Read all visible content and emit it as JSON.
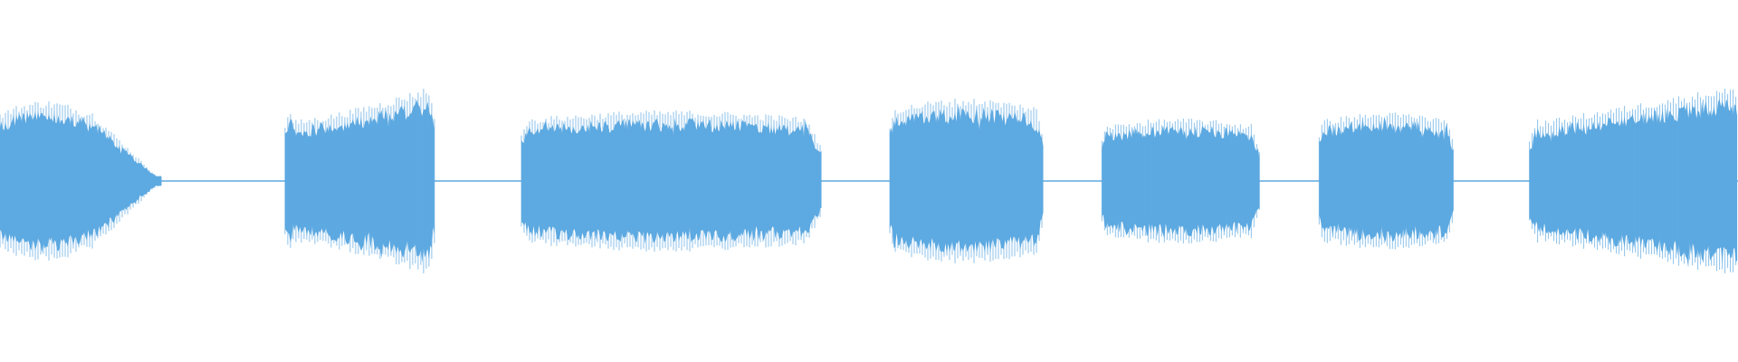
{
  "waveform": {
    "color": "#5DA9E1",
    "background": "#ffffff",
    "segments": [
      {
        "start": 0.0,
        "end": 0.093,
        "peak": 0.4,
        "shape": "fade-out"
      },
      {
        "start": 0.164,
        "end": 0.25,
        "peak": 0.48,
        "shape": "swell"
      },
      {
        "start": 0.3,
        "end": 0.473,
        "peak": 0.35,
        "shape": "plateau"
      },
      {
        "start": 0.512,
        "end": 0.601,
        "peak": 0.41,
        "shape": "plateau"
      },
      {
        "start": 0.634,
        "end": 0.725,
        "peak": 0.31,
        "shape": "plateau"
      },
      {
        "start": 0.759,
        "end": 0.837,
        "peak": 0.34,
        "shape": "plateau"
      },
      {
        "start": 0.88,
        "end": 1.0,
        "peak": 0.46,
        "shape": "rise"
      }
    ],
    "silence_level": 0.012
  }
}
